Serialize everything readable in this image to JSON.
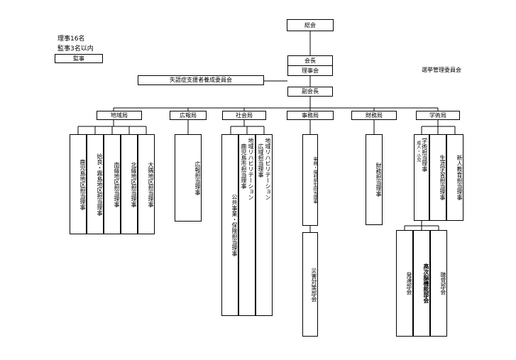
{
  "notes": {
    "directors": "理事16名",
    "auditors": "監事3名以内"
  },
  "top": {
    "auditor": "監事",
    "general_assembly": "総会",
    "president": "会長",
    "board": "理事会",
    "aphasia_committee": "失語症支援者養成委員会",
    "vice_president": "副会長",
    "election_committee": "選挙管理委員会"
  },
  "bureaus": {
    "regional": "地域局",
    "pr": "広報局",
    "social": "社会局",
    "secretariat": "事務局",
    "finance": "財務局",
    "academic": "学術局"
  },
  "regional_units": [
    "鹿児島地区担当理事",
    "姶良・霧島地区担当理事",
    "南薩地区担当理事",
    "北薩地区担当理事",
    "大隅地区担当理事"
  ],
  "pr_unit": "広報担当理事",
  "social_units": {
    "public_project_top": "公共事業・保険担当理事",
    "community_rehab_top": "地域リハビリテーション",
    "community_rehab_bottom": "鹿児島市担当理事",
    "wide_area_top": "地域リハビリテーション",
    "wide_area_bottom": "広域担当理事"
  },
  "secretariat_units": {
    "affairs": "事務・福利厚生担当理事",
    "disaster": "災害対策部会"
  },
  "finance_unit": "財務担当理事",
  "academic_units": {
    "academic_director": "学術担当理事",
    "academic_sub": "成人・小児",
    "lifelong_learning": "生涯学習担当理事",
    "new_member_education": "新人教育担当理事",
    "development": "発達部会",
    "higher_brain": "高次脳機能部会",
    "hearing": "聴覚部会"
  }
}
